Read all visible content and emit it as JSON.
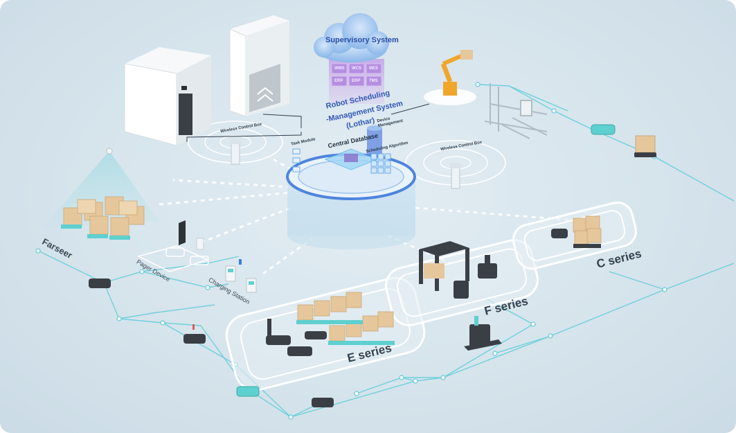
{
  "labels": {
    "supervisory": "Supervisory System",
    "rsms_line1": "Robot Scheduling",
    "rsms_line2": "-Management System",
    "rsms_line3": "(Lothar)",
    "systems": [
      "WMS",
      "WCS",
      "MES",
      "ERP",
      "ERP",
      "TMS"
    ],
    "central_database": "Central Database",
    "task_module": "Task Module",
    "scheduling_algorithm": "Scheduling Algorithm",
    "device_management": "Device Management",
    "wireless_control_box_left": "Wireless Control Box",
    "wireless_control_box_right": "Wireless Control Box",
    "farseer": "Farseer",
    "pager_device": "Pager Device",
    "charging_station": "Charging Station",
    "e_series": "E series",
    "f_series": "F series",
    "c_series": "C series"
  },
  "colors": {
    "background": "#d6e4ec",
    "network_line": "#5fc9d6",
    "cloud": "#9fc4ee",
    "hologram": "#c9a6e6",
    "platform": "#5d8fe0",
    "robot_dark": "#3a3f45",
    "robot_teal": "#5ed0cf",
    "box": "#e6c79c",
    "arm": "#f0a62c"
  }
}
